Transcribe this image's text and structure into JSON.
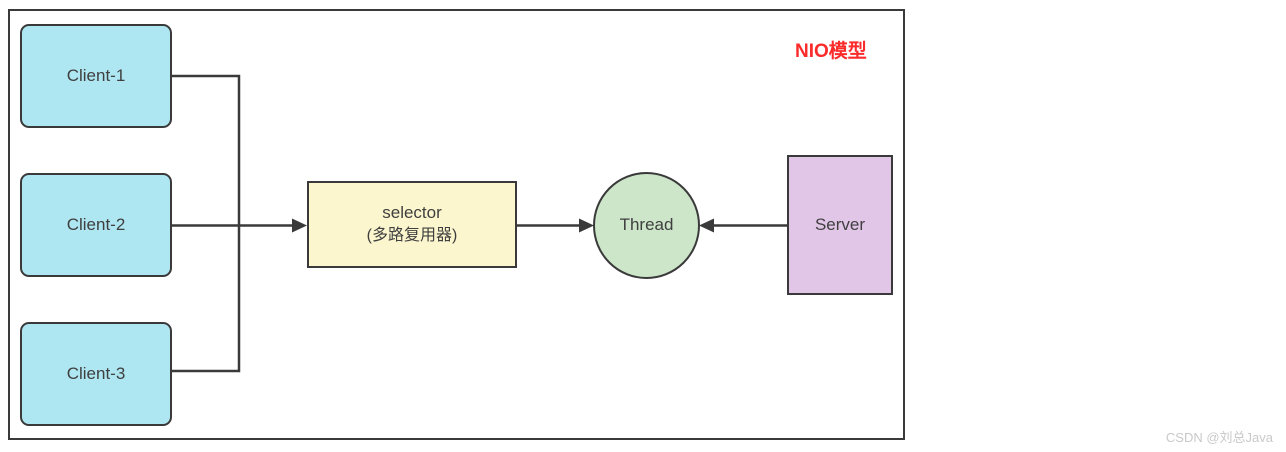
{
  "diagram": {
    "title": "NIO模型",
    "title_color": "#fb2b2b",
    "clients": [
      {
        "label": "Client-1"
      },
      {
        "label": "Client-2"
      },
      {
        "label": "Client-3"
      }
    ],
    "selector": {
      "label": "selector",
      "sublabel": "(多路复用器)"
    },
    "thread": {
      "label": "Thread"
    },
    "server": {
      "label": "Server"
    },
    "colors": {
      "client_fill": "#aee7f2",
      "selector_fill": "#fbf6ce",
      "thread_fill": "#cde6c9",
      "server_fill": "#e2c6e8",
      "stroke": "#3a3a3a"
    }
  },
  "watermark": "CSDN @刘总Java"
}
